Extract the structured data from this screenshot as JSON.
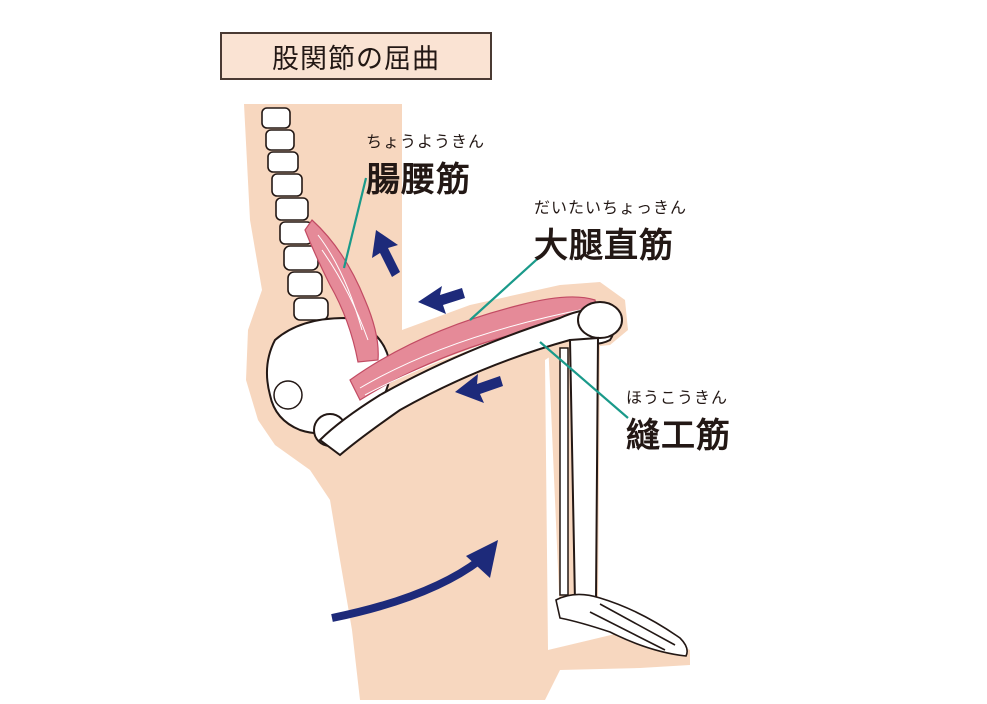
{
  "title": "股関節の屈曲",
  "labels": {
    "iliopsoas": {
      "ruby": "ちょうようきん",
      "name": "腸腰筋"
    },
    "rectus_femoris": {
      "ruby": "だいたいちょっきん",
      "name": "大腿直筋"
    },
    "sartorius": {
      "ruby": "ほうこうきん",
      "name": "縫工筋"
    }
  },
  "icons": [
    "arrow-icon",
    "spine-icon",
    "pelvis-icon",
    "femur-icon",
    "tibia-icon",
    "foot-icon"
  ],
  "colors": {
    "skin": "#f7d7bf",
    "bone_fill": "#ffffff",
    "bone_stroke": "#231815",
    "muscle": "#e58a98",
    "muscle_line": "#c24b63",
    "leader_line": "#1a9a8a",
    "arrow": "#1d2a7a",
    "title_bg": "#fae3d3"
  }
}
